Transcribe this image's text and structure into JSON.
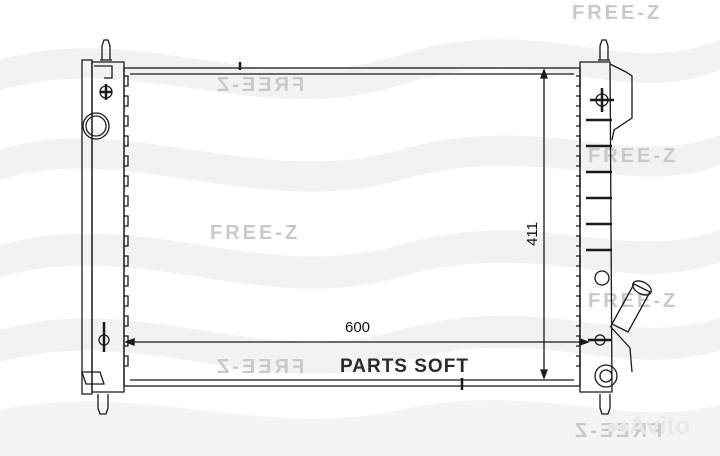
{
  "watermarks": {
    "brand": "FREE-Z",
    "brand_mirrored": "FREE-Z"
  },
  "dimensions": {
    "width": "600",
    "height": "411"
  },
  "overlay": {
    "parts_soft": "PARTS SOFT",
    "avito": "Avito"
  },
  "colors": {
    "line": "#1a1a1a",
    "watermark": "#c9c9c9",
    "wave": "#efefef"
  }
}
